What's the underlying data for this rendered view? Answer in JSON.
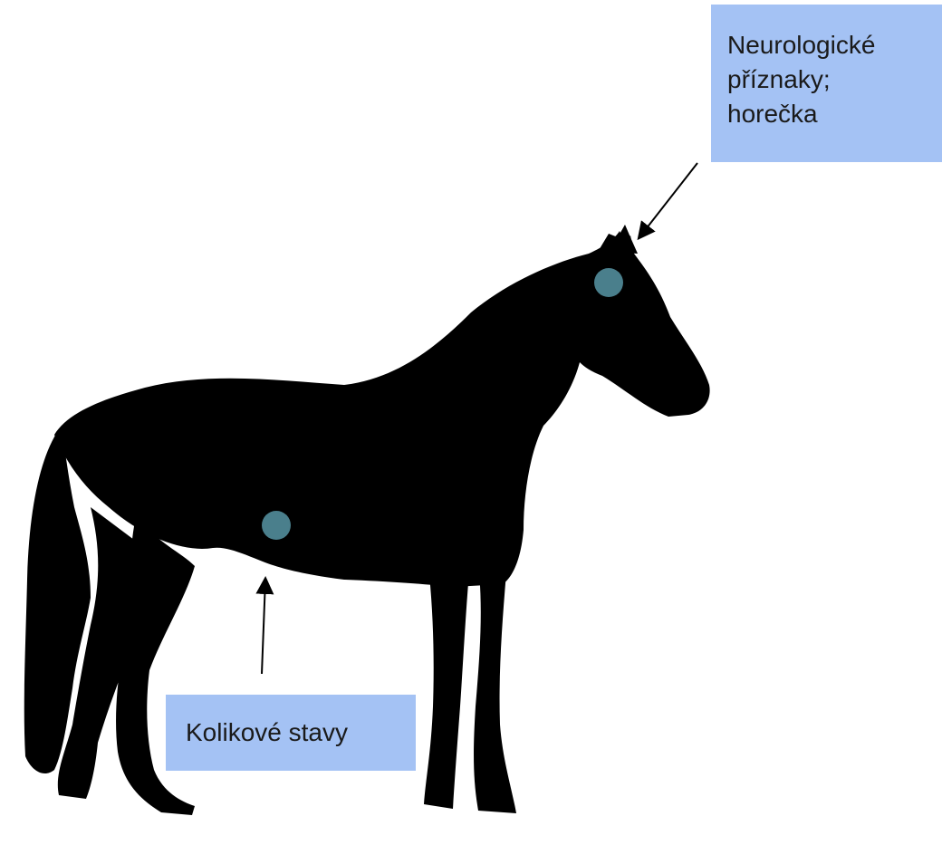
{
  "figure": {
    "subject": "horse-silhouette",
    "silhouette_color": "#000000",
    "marker_color": "#4a7f8c",
    "callout_color": "#a4c2f4"
  },
  "annotations": {
    "head": {
      "lines": [
        "Neurologické",
        "příznaky;",
        "horečka"
      ]
    },
    "belly": {
      "lines": [
        "Kolikové stavy"
      ]
    }
  }
}
